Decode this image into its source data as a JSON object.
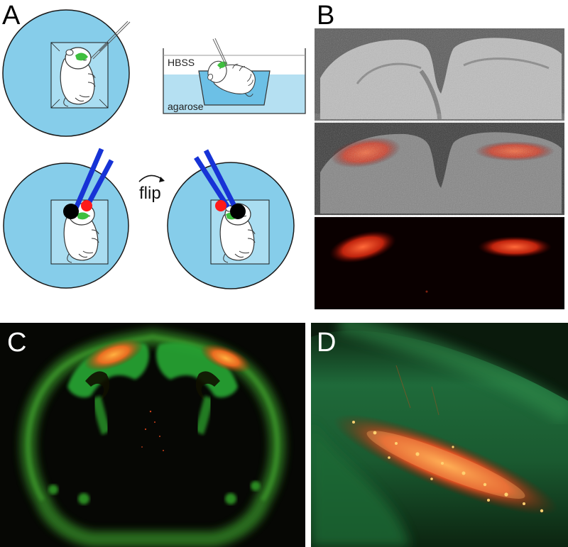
{
  "figure": {
    "panels": {
      "A": {
        "letter": "A",
        "hbss_label": "HBSS",
        "agarose_label": "agarose",
        "flip_label": "flip"
      },
      "B": {
        "letter": "B"
      },
      "C": {
        "letter": "C"
      },
      "D": {
        "letter": "D"
      }
    },
    "colors": {
      "dish_blue": "#86cdea",
      "electrode_blue": "#1733d6",
      "gfp_green": "#3fbf3f",
      "tdtomato_red": "#ff3300",
      "background_black": "#000000"
    }
  }
}
